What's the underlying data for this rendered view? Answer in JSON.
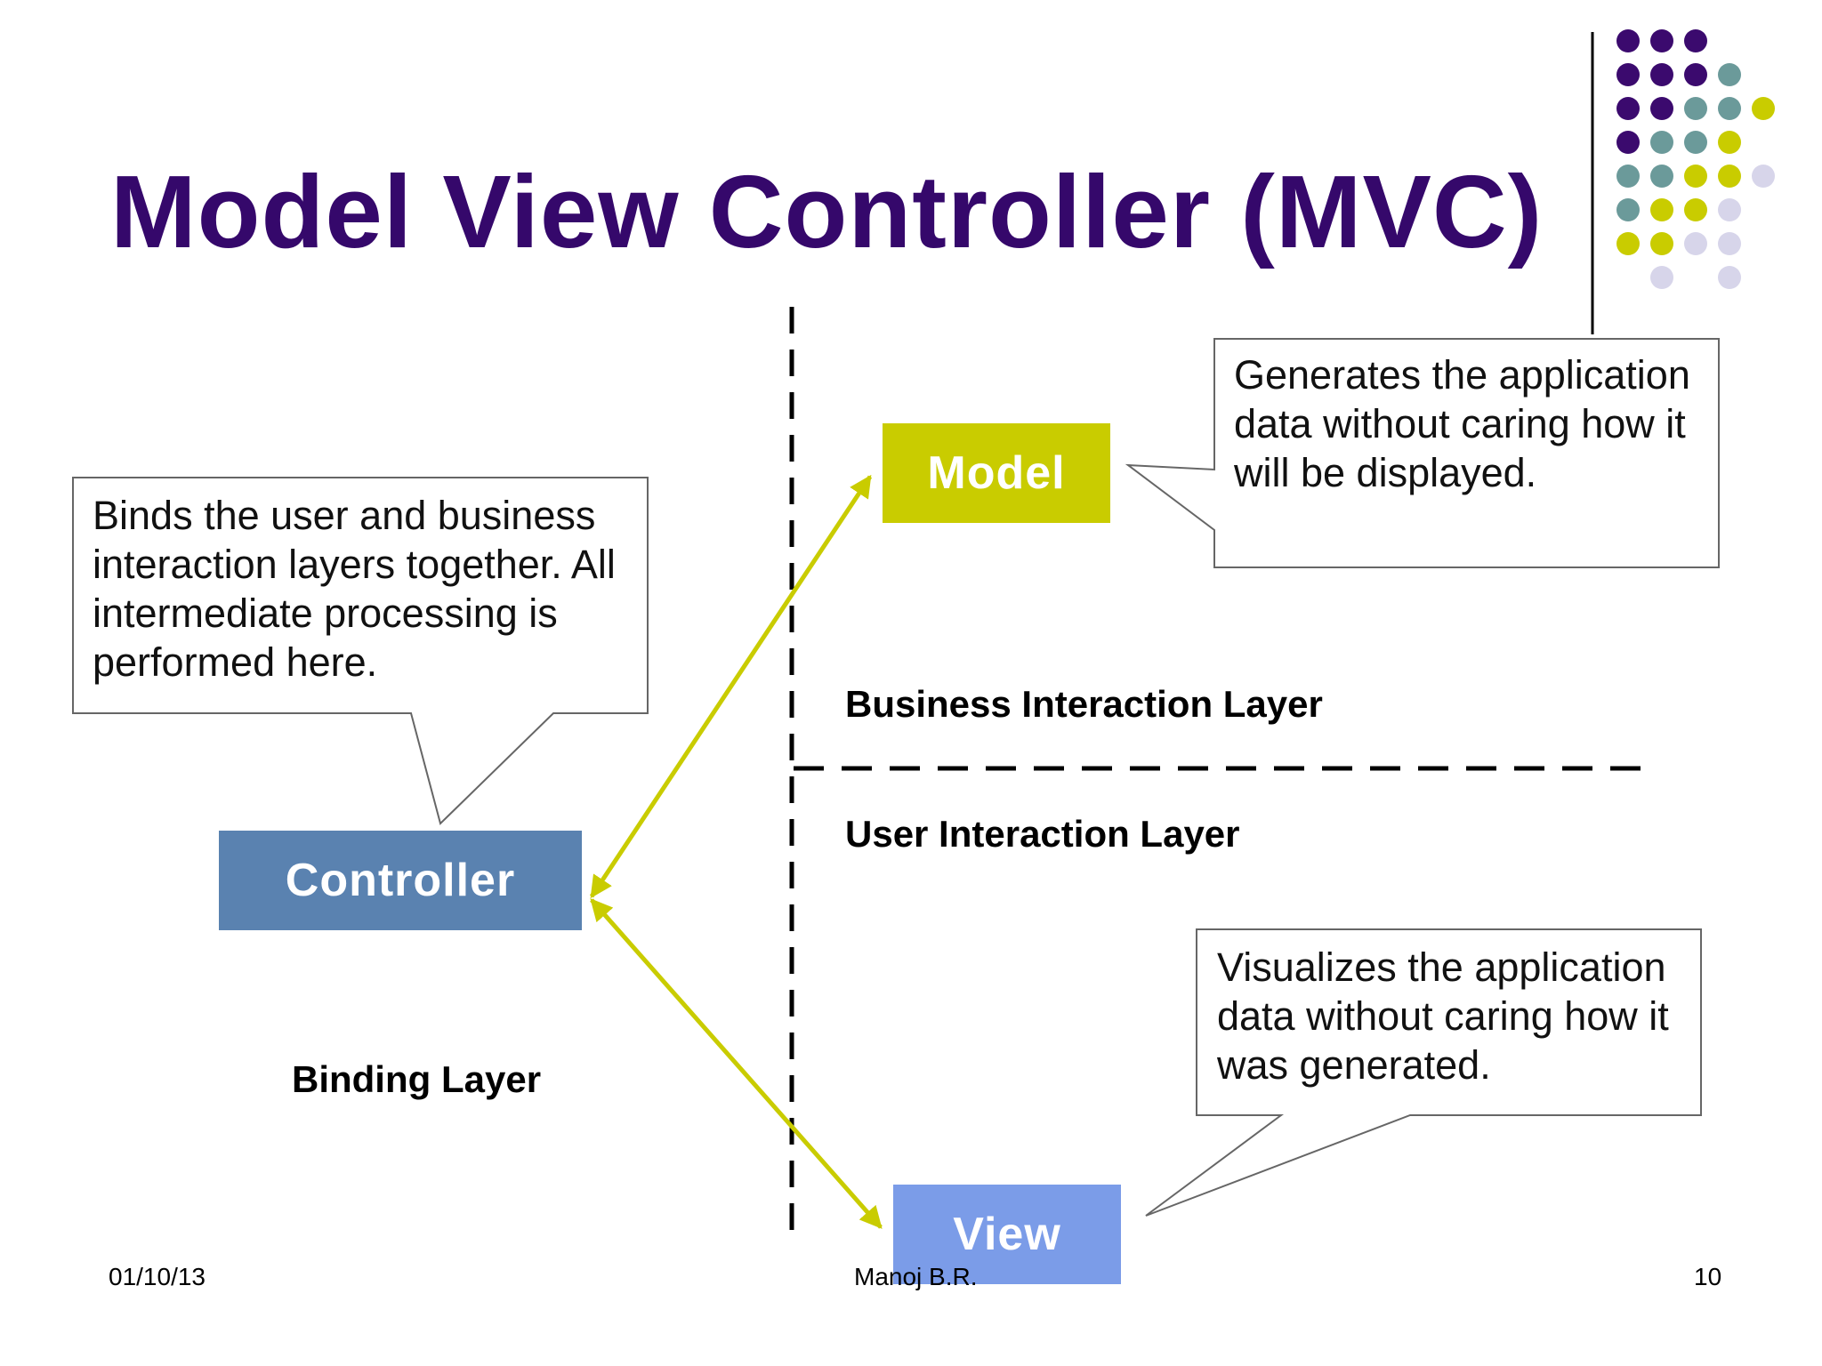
{
  "slide": {
    "title": "Model View Controller (MVC)",
    "footer": {
      "date": "01/10/13",
      "author": "Manoj B.R.",
      "page": "10"
    }
  },
  "colors": {
    "title": "#35086b",
    "model": "#c9cc00",
    "controller": "#5a82b0",
    "view": "#7b9ce8",
    "arrow": "#c9cc00",
    "dot_purple": "#3b0a6e",
    "dot_teal": "#6b9a9a",
    "dot_lime": "#c9cc00",
    "dot_lavender": "#d7d5ea"
  },
  "components": {
    "model": "Model",
    "controller": "Controller",
    "view": "View"
  },
  "callouts": {
    "controller": "Binds the user and business interaction layers together. All intermediate processing is performed here.",
    "model": "Generates the application data without caring how it will be displayed.",
    "view": "Visualizes the application data without caring how it was generated."
  },
  "layers": {
    "business": "Business Interaction Layer",
    "user": "User Interaction Layer",
    "binding": "Binding Layer"
  },
  "decoration": {
    "dot_grid": [
      [
        "purple",
        "purple",
        "purple",
        null,
        null
      ],
      [
        "purple",
        "purple",
        "purple",
        "teal",
        null
      ],
      [
        "purple",
        "purple",
        "teal",
        "teal",
        "lime"
      ],
      [
        "purple",
        "teal",
        "teal",
        "lime",
        null
      ],
      [
        "teal",
        "teal",
        "lime",
        "lime",
        "lavender"
      ],
      [
        "teal",
        "lime",
        "lime",
        "lavender",
        null
      ],
      [
        "lime",
        "lime",
        "lavender",
        "lavender",
        null
      ],
      [
        null,
        "lavender",
        null,
        "lavender",
        null
      ]
    ]
  }
}
